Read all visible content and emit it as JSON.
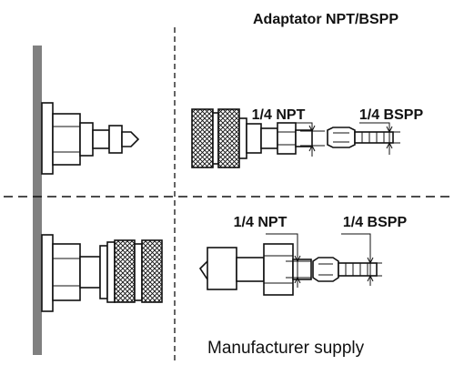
{
  "title": "Adaptator NPT/BSPP",
  "upper_labels": {
    "npt": "1/4 NPT",
    "bspp": "1/4 BSPP"
  },
  "lower_labels": {
    "npt": "1/4 NPT",
    "bspp": "1/4 BSPP"
  },
  "caption": "Manufacturer supply",
  "colors": {
    "wall": "#808080",
    "ink": "#111111"
  }
}
